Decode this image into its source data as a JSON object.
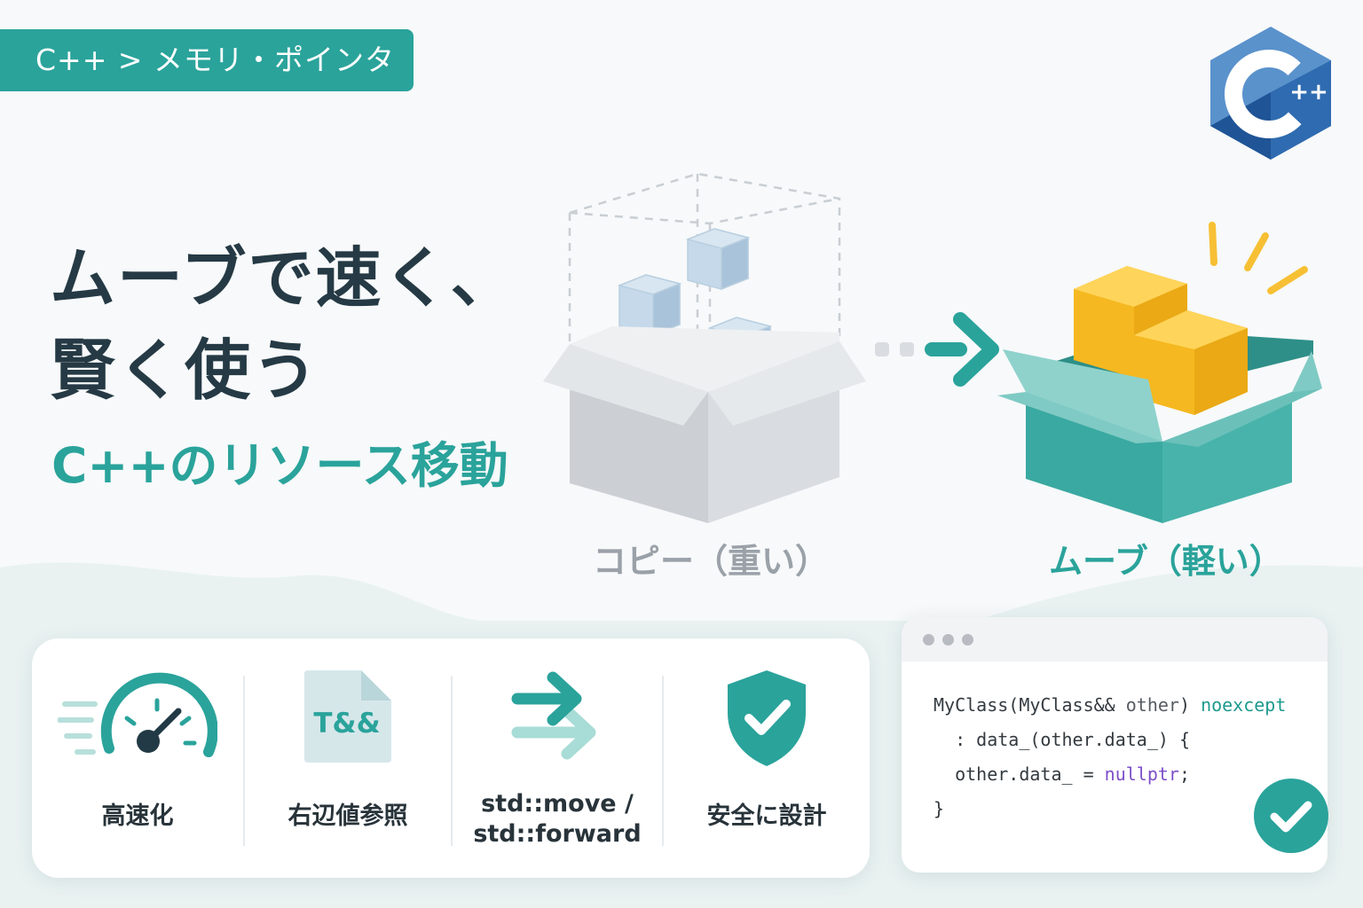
{
  "breadcrumb": "C++ > メモリ・ポインタ",
  "logo": {
    "icon": "cpp-logo-icon",
    "text": "++",
    "colors": {
      "outer": "#5a92cc",
      "mid": "#2f6bb0",
      "inner": "#1f5496"
    }
  },
  "headline": {
    "line1": "ムーブで速く、",
    "line2": "賢く使う"
  },
  "subtitle": "C++のリソース移動",
  "illustration": {
    "copy_label": "コピー（重い）",
    "move_label": "ムーブ（軽い）",
    "colors": {
      "copy_box": "#d7dadf",
      "move_box": "#48b3ab",
      "cubes": "#f7c034",
      "arrow": "#2aa39b"
    }
  },
  "features": [
    {
      "icon": "speedometer-icon",
      "label": "高速化"
    },
    {
      "icon": "rvalue-reference-file-icon",
      "icon_text": "T&&",
      "label": "右辺値参照"
    },
    {
      "icon": "move-forward-arrows-icon",
      "label": "std::move /\nstd::forward"
    },
    {
      "icon": "shield-check-icon",
      "label": "安全に設計"
    }
  ],
  "code": {
    "line1": {
      "a": "MyClass(MyClass&& ",
      "b": "other",
      "c": ") ",
      "d": "noexcept"
    },
    "line2": "  : data_(other.data_) {",
    "line3": {
      "a": "  other.data_ = ",
      "b": "nullptr",
      "c": ";"
    },
    "line4": "}"
  },
  "accent_color": "#2aa39b"
}
